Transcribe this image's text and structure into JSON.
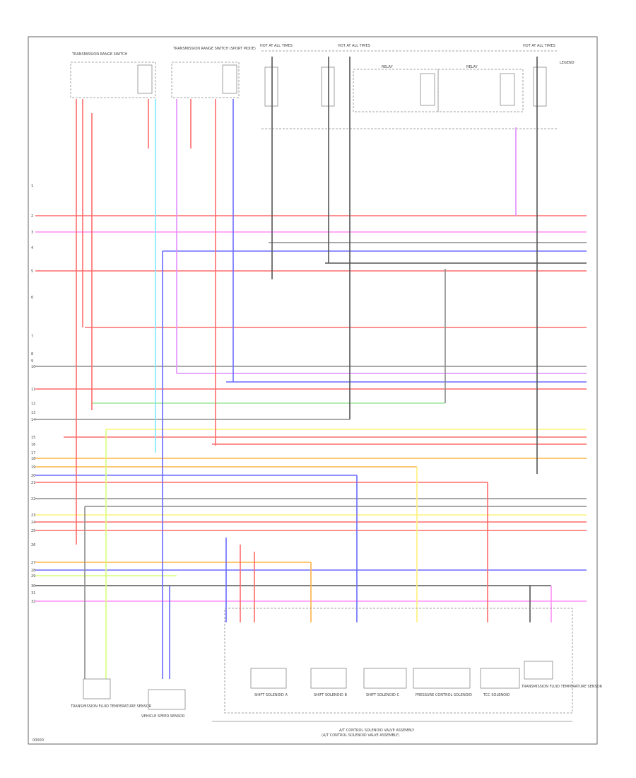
{
  "diagram": {
    "caption_line1": "A/T CONTROL SOLENOID VALVE ASSEMBLY",
    "caption_line2": "(A/T CONTROL SOLENOID VALVE ASSEMBLY)",
    "footer_code": "00000",
    "top_left_box_label": "TRANSMISSION RANGE SWITCH",
    "top_mid_box_label": "TRANSMISSION RANGE SWITCH (SPORT MODE)",
    "hot_labels": [
      "HOT AT ALL TIMES",
      "HOT AT ALL TIMES",
      "HOT AT ALL TIMES"
    ],
    "right_note": "LEGEND",
    "relay_labels": [
      "RELAY",
      "RELAY"
    ],
    "bottom_component_labels": [
      "TRANSMISSION FLUID TEMPERATURE SENSOR",
      "VEHICLE SPEED SENSOR",
      "SHIFT SOLENOID A",
      "SHIFT SOLENOID B",
      "SHIFT SOLENOID C",
      "PRESSURE CONTROL SOLENOID",
      "TCC SOLENOID",
      "TRANSMISSION FLUID TEMPERATURE SENSOR"
    ],
    "left_pins": [
      "1",
      "2",
      "3",
      "4",
      "5",
      "6",
      "7",
      "8",
      "9",
      "10",
      "11",
      "12",
      "13",
      "14",
      "15",
      "16",
      "17",
      "18",
      "19",
      "20",
      "21",
      "22",
      "23",
      "24",
      "25",
      "26",
      "27",
      "28",
      "29",
      "30",
      "31",
      "32"
    ],
    "colors": {
      "red": "#ff6b6b",
      "pink": "#ff8ff5",
      "blue": "#6b6bff",
      "cyan": "#7fe8ff",
      "yellow": "#fff27a",
      "orange": "#ffb347",
      "green": "#9be89b",
      "lightgreen": "#d6ff7a",
      "gray": "#8c8c8c",
      "darkgray": "#555555",
      "violet": "#e28cff"
    }
  }
}
